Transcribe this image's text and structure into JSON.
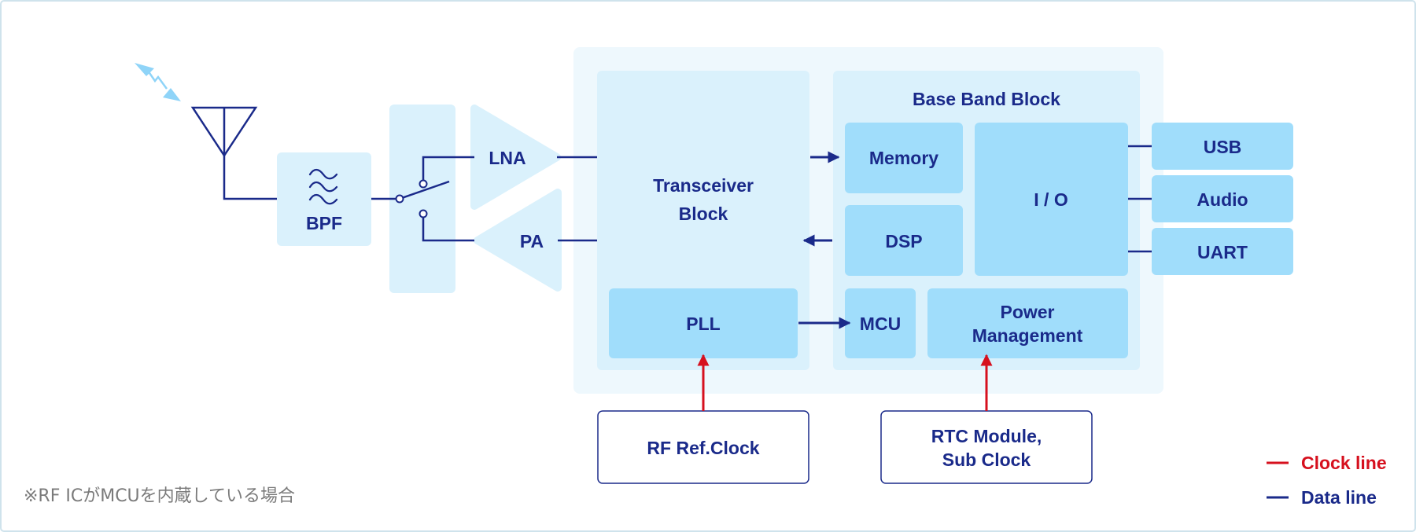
{
  "blocks": {
    "bpf": "BPF",
    "lna": "LNA",
    "pa": "PA",
    "transceiver_line1": "Transceiver",
    "transceiver_line2": "Block",
    "pll": "PLL",
    "baseband_title": "Base Band Block",
    "memory": "Memory",
    "dsp": "DSP",
    "io": "I / O",
    "mcu": "MCU",
    "power_line1": "Power",
    "power_line2": "Management",
    "usb": "USB",
    "audio": "Audio",
    "uart": "UART",
    "rf_ref_clock": "RF Ref.Clock",
    "rtc_line1": "RTC Module,",
    "rtc_line2": "Sub Clock"
  },
  "footnote": "※RF ICがMCUを内蔵している場合",
  "legend": {
    "clock": "Clock line",
    "data": "Data line"
  },
  "colors": {
    "navy": "#1a2a8a",
    "red": "#d6101e",
    "light_bg": "#eef8fd",
    "mid_bg": "#daf1fc",
    "block": "#a0ddfb",
    "border": "#cfe3ec"
  },
  "icons": [
    "antenna-icon",
    "wireless-signal-icon",
    "filter-wave-icon",
    "switch-icon"
  ]
}
